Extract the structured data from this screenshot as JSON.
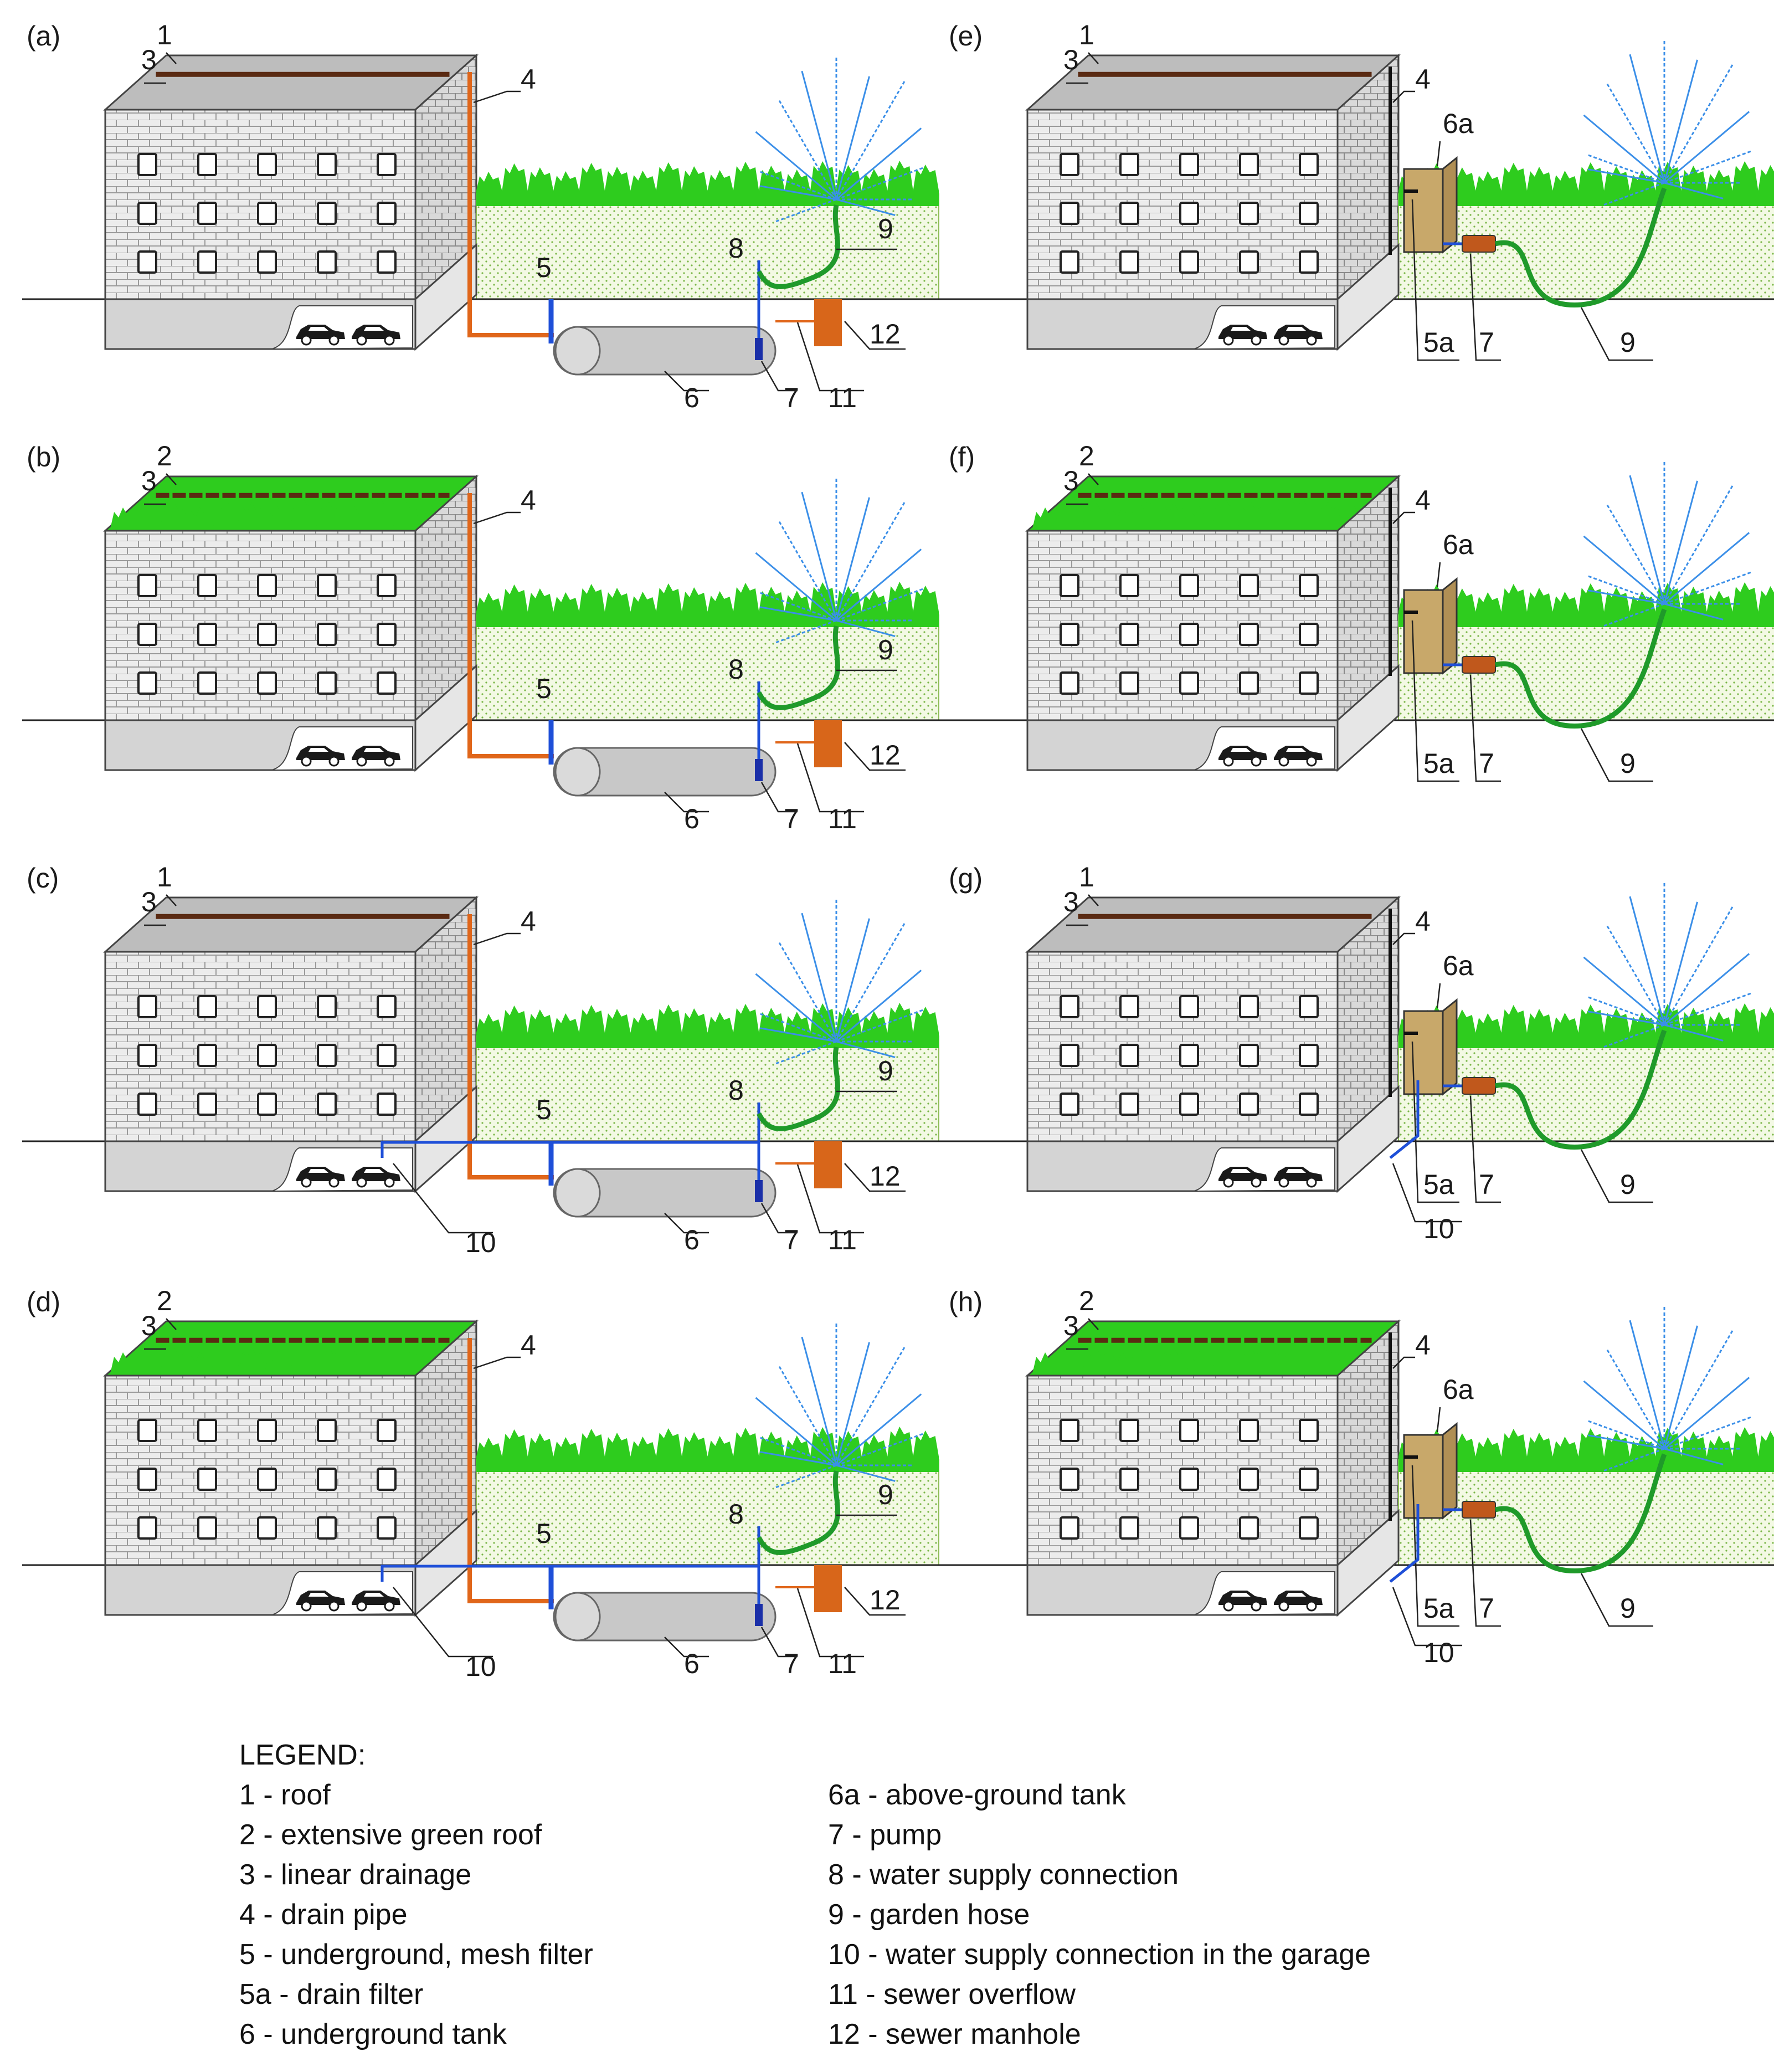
{
  "panels": [
    {
      "id": "a",
      "label": "(a)",
      "roof": "plain",
      "storage": "underground",
      "garage_conn": false
    },
    {
      "id": "b",
      "label": "(b)",
      "roof": "green",
      "storage": "underground",
      "garage_conn": false
    },
    {
      "id": "c",
      "label": "(c)",
      "roof": "plain",
      "storage": "underground",
      "garage_conn": true
    },
    {
      "id": "d",
      "label": "(d)",
      "roof": "green",
      "storage": "underground",
      "garage_conn": true
    },
    {
      "id": "e",
      "label": "(e)",
      "roof": "plain",
      "storage": "above",
      "garage_conn": false
    },
    {
      "id": "f",
      "label": "(f)",
      "roof": "green",
      "storage": "above",
      "garage_conn": false
    },
    {
      "id": "g",
      "label": "(g)",
      "roof": "plain",
      "storage": "above",
      "garage_conn": true
    },
    {
      "id": "h",
      "label": "(h)",
      "roof": "green",
      "storage": "above",
      "garage_conn": true
    }
  ],
  "callouts": {
    "roof": "1",
    "green_roof": "2",
    "drainage": "3",
    "drain_pipe": "4",
    "mesh_filter": "5",
    "drain_filter": "5a",
    "underground_tank": "6",
    "above_tank": "6a",
    "pump": "7",
    "water_supply": "8",
    "hose": "9",
    "garage_conn": "10",
    "overflow": "11",
    "manhole": "12"
  },
  "legend": {
    "title": "LEGEND:",
    "left": [
      "1 - roof",
      "2 - extensive green roof",
      "3 - linear drainage",
      "4 - drain pipe",
      "5 - underground, mesh filter",
      "5a - drain filter",
      "6 - underground tank"
    ],
    "right": [
      "6a - above-ground tank",
      "7 - pump",
      "8 - water supply connection",
      "9 - garden hose",
      "10 - water supply connection in the garage",
      "11 - sewer overflow",
      "12 - sewer manhole"
    ]
  },
  "colors": {
    "brick": "#e9e9e9",
    "mortar": "#a8a8a8",
    "roof": "#bdbdbd",
    "drainage": "#5a2a12",
    "green": "#2ecc1e",
    "grass_fill": "#eef7d8",
    "pipe": "#e0661a",
    "water": "#1e4fd8",
    "hose": "#1f9a2a",
    "tank": "#c8c8c8",
    "tank_above": "#c8a86a",
    "manhole": "#d8661a",
    "pump": "#c0581c",
    "sprinkler": "#3b8fe8"
  }
}
